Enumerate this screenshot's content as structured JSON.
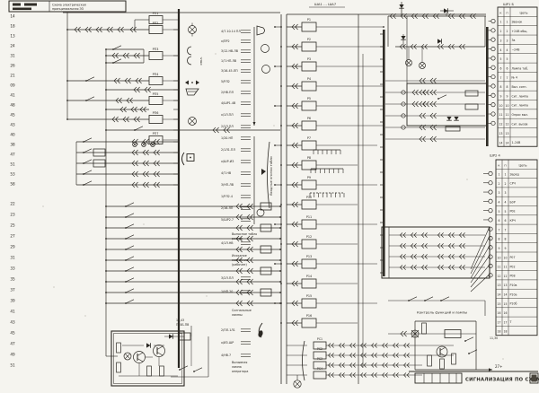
{
  "colors": {
    "paper": "#f5f4ef",
    "ink": "#2a2722"
  },
  "stamp": {
    "line1": "Схема электрическая",
    "line2": "принципиальная  ЭЗ"
  },
  "top_bus_label": "ША1 … ША7",
  "left_numbers": [
    "14",
    "18",
    "13",
    "24",
    "31",
    "26",
    "21",
    "09",
    "41",
    "48",
    "45",
    "43",
    "40",
    "38",
    "47",
    "51",
    "53",
    "58",
    "22",
    "23",
    "25",
    "27",
    "29",
    "31",
    "33",
    "35",
    "37",
    "39",
    "41",
    "43",
    "45",
    "47",
    "49",
    "51"
  ],
  "coil_labels": [
    "РП1",
    "РП2",
    "РП3",
    "РП4",
    "РП5",
    "РП6",
    "РП7"
  ],
  "relays": [
    "Р1",
    "Р2",
    "Р3",
    "Р4",
    "Р5",
    "Р6",
    "Р7",
    "Р8",
    "Р9",
    "Р10",
    "Р11",
    "Р12",
    "Р13",
    "Р14",
    "Р15",
    "Р16"
  ],
  "matrix_labels": [
    "РС1",
    "РС2",
    "РС3",
    "РС4"
  ],
  "symbol_column": {
    "off_label": "откл."
  },
  "terminal_rows": [
    "4/7.10.14 ПЛ",
    "х/ПР2",
    "3/12.НВ.ЛВ",
    "1/7.НП.ЛВ",
    "3/16.45.ЛП",
    "5/РЛ2",
    "2/НВ.ПЛ",
    "4/ШР1.4В",
    "х/1Л.ПЛ",
    "2/2Л.ПЛ",
    "1/20.НП",
    "2/1Л1.ПЛ",
    "х/ШР-ИЗ",
    "4/7.НВ",
    "3/НП.ЛВ",
    "1/РЛ2.4",
    "2/16.ЛП",
    "5/ШР2.7",
    "4/1Л.НВ",
    "3/2Л.ПЛ",
    "1/НП.20",
    "2/ПЛ.1Л1",
    "х/ИЗ.ШР",
    "4/НВ.7"
  ],
  "section_labels": {
    "input_buttons": "Входные кнопки табло",
    "remote_panel": [
      "Выносное табло",
      "резерв"
    ],
    "initial_state": [
      "Исходное",
      "состояние",
      "(рабочее)"
    ],
    "signal_lamps": [
      "Сигнальные",
      "лампы"
    ],
    "call_lamp": [
      "Вызывная",
      "лампа",
      "оператора"
    ],
    "control_block": "Контроль функций и лампы",
    "pt_line1": "12,43",
    "pt_line2": "ПТ4Б-ПВ",
    "plus27": "27+",
    "minus_note": "11,30"
  },
  "connector_tables": {
    "caption1": "ШР1  Б",
    "caption2": "ШР2  4",
    "header": {
      "a": "К",
      "b": "П",
      "name": "Цепь"
    },
    "table1": {
      "rows": [
        {
          "a": "1",
          "b": "1",
          "name": "Звонок"
        },
        {
          "a": "2",
          "b": "2",
          "name": "+24В общ."
        },
        {
          "a": "3",
          "b": "3",
          "name": "3в"
        },
        {
          "a": "4",
          "b": "4",
          "name": "−24В"
        },
        {
          "a": "5",
          "b": "5",
          "name": ""
        },
        {
          "a": "6",
          "b": "6",
          "name": "Лампа таб."
        },
        {
          "a": "7",
          "b": "7",
          "name": "№ 4"
        },
        {
          "a": "8",
          "b": "8",
          "name": "Выз. сигн."
        },
        {
          "a": "9",
          "b": "9",
          "name": "Сиг. лампа"
        },
        {
          "a": "10",
          "b": "10",
          "name": "Сиг. лампа"
        },
        {
          "a": "11",
          "b": "11",
          "name": "Опрос выз."
        },
        {
          "a": "12",
          "b": "12",
          "name": "Сиг. вызов"
        },
        {
          "a": "13",
          "b": "13",
          "name": ""
        },
        {
          "a": "14",
          "b": "14",
          "name": "1–24В"
        }
      ]
    },
    "table2": {
      "rows": [
        {
          "a": "1",
          "b": "1",
          "name": "Заряд"
        },
        {
          "a": "2",
          "b": "2",
          "name": "СРЧ"
        },
        {
          "a": "3",
          "b": "3",
          "name": ""
        },
        {
          "a": "4",
          "b": "4",
          "name": "Б0Р"
        },
        {
          "a": "5",
          "b": "5",
          "name": "Р0Е"
        },
        {
          "a": "6",
          "b": "6",
          "name": "КРЧ"
        },
        {
          "a": "7",
          "b": "7",
          "name": ""
        },
        {
          "a": "8",
          "b": "8",
          "name": ""
        },
        {
          "a": "9",
          "b": "9",
          "name": ""
        },
        {
          "a": "10",
          "b": "10",
          "name": "Р07"
        },
        {
          "a": "11",
          "b": "11",
          "name": "Р02"
        },
        {
          "a": "12",
          "b": "12",
          "name": "Р08"
        },
        {
          "a": "13",
          "b": "13",
          "name": "Р10в"
        },
        {
          "a": "14",
          "b": "14",
          "name": "Р10а"
        },
        {
          "a": "15",
          "b": "15",
          "name": "Р10б"
        },
        {
          "a": "16",
          "b": "16",
          "name": ""
        },
        {
          "a": "17",
          "b": "17",
          "name": "Т"
        },
        {
          "a": "18",
          "b": "18",
          "name": ""
        }
      ]
    }
  },
  "title_block": {
    "title": "СИГНАЛИЗАЦИЯ ПО СХЕМЕ"
  }
}
